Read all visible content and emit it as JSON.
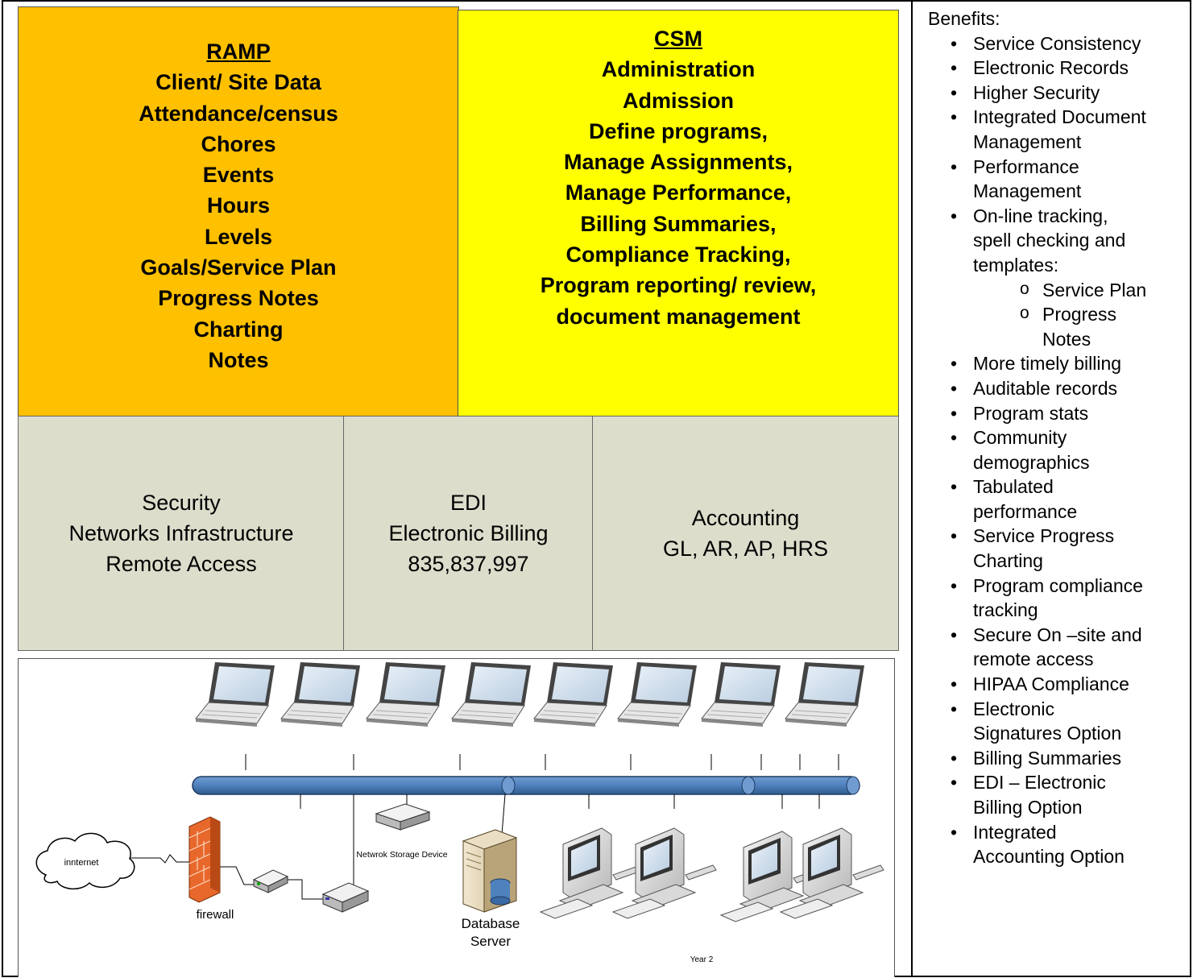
{
  "ramp": {
    "title": "RAMP",
    "items": [
      "Client/ Site Data",
      "Attendance/census",
      "Chores",
      "Events",
      "Hours",
      "Levels",
      "Goals/Service Plan",
      "Progress Notes",
      "Charting",
      "Notes"
    ],
    "fill": "#FFC000"
  },
  "csm": {
    "title": "CSM",
    "items": [
      "Administration",
      "Admission",
      "Define programs,",
      "Manage Assignments,",
      "Manage Performance,",
      "Billing Summaries,",
      "Compliance Tracking,",
      "Program reporting/ review,",
      "document management"
    ],
    "fill": "#FFFF00"
  },
  "infrastructure": [
    {
      "lines": [
        "Security",
        "Networks Infrastructure",
        "Remote Access"
      ]
    },
    {
      "lines": [
        "EDI",
        "Electronic Billing",
        "835,837,997"
      ]
    },
    {
      "lines": [
        "Accounting",
        "GL, AR, AP, HRS"
      ]
    }
  ],
  "network": {
    "internet_label": "innternet",
    "firewall_label": "firewall",
    "storage_label": "Netwrok Storage Device",
    "db_label_line1": "Database",
    "db_label_line2": "Server",
    "year_label": "Year 2",
    "bus_color": "#4F81BD"
  },
  "benefits": {
    "title": "Benefits:",
    "items": [
      {
        "lines": [
          "Service Consistency"
        ]
      },
      {
        "lines": [
          "Electronic Records"
        ]
      },
      {
        "lines": [
          "Higher Security"
        ]
      },
      {
        "lines": [
          "Integrated Document",
          "Management"
        ]
      },
      {
        "lines": [
          "Performance",
          "Management"
        ]
      },
      {
        "lines": [
          "On-line tracking,",
          "spell checking and",
          "templates:"
        ],
        "sub": [
          {
            "lines": [
              "Service Plan"
            ]
          },
          {
            "lines": [
              "Progress",
              "Notes"
            ]
          }
        ]
      },
      {
        "lines": [
          "More timely billing"
        ]
      },
      {
        "lines": [
          "Auditable records"
        ]
      },
      {
        "lines": [
          "Program stats"
        ]
      },
      {
        "lines": [
          "Community",
          "demographics"
        ]
      },
      {
        "lines": [
          "Tabulated",
          "performance"
        ]
      },
      {
        "lines": [
          "Service Progress",
          "Charting"
        ]
      },
      {
        "lines": [
          "Program compliance",
          "tracking"
        ]
      },
      {
        "lines": [
          "Secure On –site and",
          "remote access"
        ]
      },
      {
        "lines": [
          "HIPAA Compliance"
        ]
      },
      {
        "lines": [
          "Electronic",
          "Signatures Option"
        ]
      },
      {
        "lines": [
          "Billing Summaries"
        ]
      },
      {
        "lines": [
          "EDI – Electronic",
          "Billing Option"
        ]
      },
      {
        "lines": [
          "Integrated",
          "Accounting Option"
        ]
      }
    ]
  }
}
